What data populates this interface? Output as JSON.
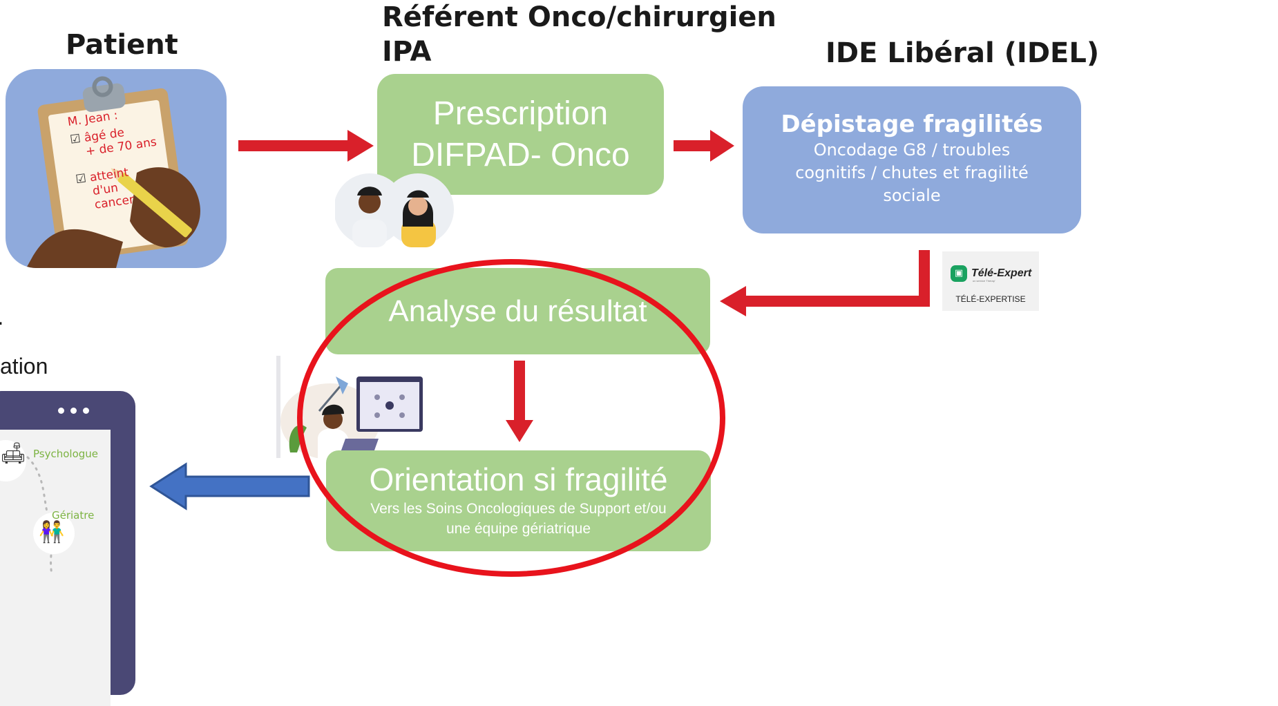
{
  "headers": {
    "patient": "Patient",
    "referent_line1": "Référent Onco/chirurgien",
    "referent_line2": "IPA",
    "idel": "IDE Libéral (IDEL)"
  },
  "patient_card": {
    "line1": "M. Jean :",
    "line2": "âgé de",
    "line3": "+ de 70 ans",
    "line4": "atteint",
    "line5": "d'un",
    "line6": "cancer"
  },
  "prescription": {
    "line1": "Prescription",
    "line2": "DIFPAD- Onco"
  },
  "depistage": {
    "title": "Dépistage fragilités",
    "line1": "Oncodage G8 / troubles",
    "line2": "cognitifs / chutes et fragilité",
    "line3": "sociale"
  },
  "tele_expert": {
    "brand": "Télé-Expert",
    "tagline": "un service Therap'",
    "caption": "TÉLÉ-EXPERTISE"
  },
  "analyse": {
    "label": "Analyse du résultat"
  },
  "orientation": {
    "title": "Orientation si fragilité",
    "line1": "Vers les Soins Oncologiques de Support et/ou",
    "line2": "une équipe gériatrique"
  },
  "left_cut_text": {
    "line1": ".",
    "line2": "ation"
  },
  "tablet": {
    "item1": "Psychologue",
    "item2": "Gériatre"
  },
  "colors": {
    "red_arrow": "#d9202a",
    "blue_arrow": "#4472c4",
    "green_box": "#a9d18e",
    "blue_box": "#8faadc",
    "highlight_ellipse": "#e8131c",
    "tablet_frame": "#4a4875"
  }
}
